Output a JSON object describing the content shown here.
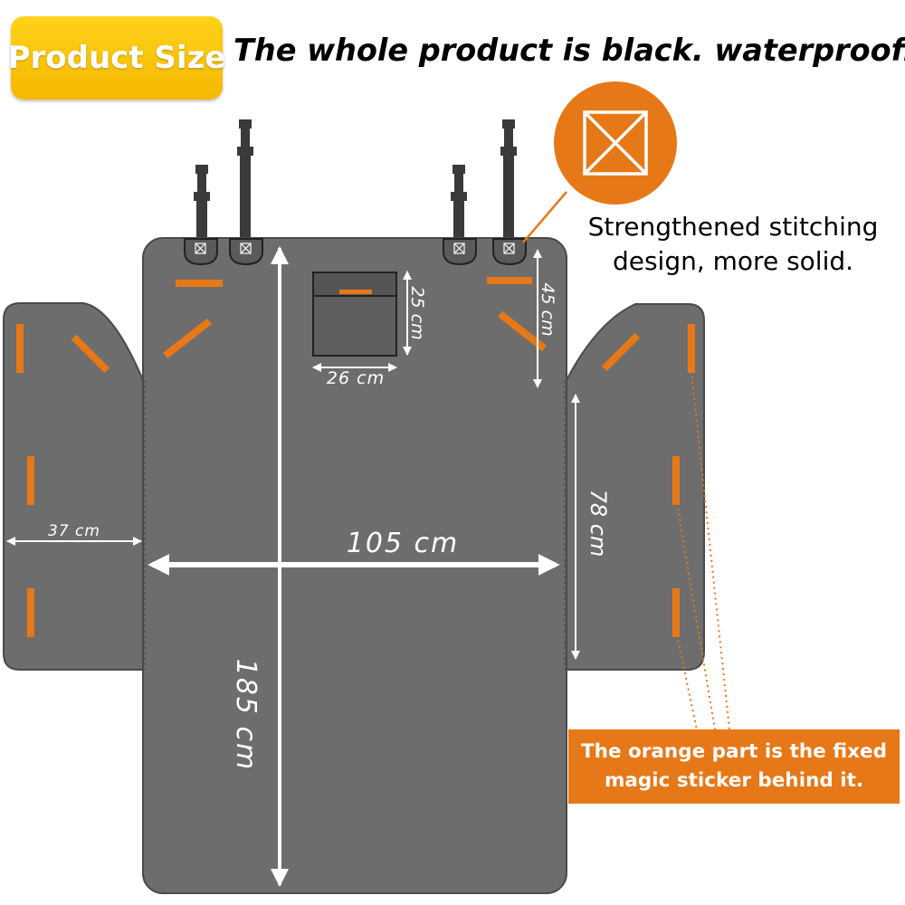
{
  "badge": {
    "label": "Product Size",
    "color_top": "#ffd21a",
    "color_bottom": "#f5b800"
  },
  "headline": "The whole product is black. waterproof.",
  "colors": {
    "fabric": "#6d6d6d",
    "fabric_edge": "#4a4a4a",
    "sticker_orange": "#e77817",
    "dimension_lines": "#ffffff",
    "callout_orange": "#e77817"
  },
  "dimensions": {
    "total_width": "105 cm",
    "total_length": "185 cm",
    "side_flap_width": "37 cm",
    "side_flap_length": "78 cm",
    "top_flap_depth": "45 cm",
    "pocket_height": "25 cm",
    "pocket_width": "26 cm"
  },
  "callout_stitching": {
    "line1": "Strengthened stitching",
    "line2": "design, more solid.",
    "icon": "box-x-stitch-icon"
  },
  "callout_sticker": {
    "line1": "The orange part is the fixed",
    "line2": "magic sticker behind it."
  },
  "icons": {
    "strap_clip": "buckle-strap-icon",
    "anchor": "stitch-box-icon"
  }
}
